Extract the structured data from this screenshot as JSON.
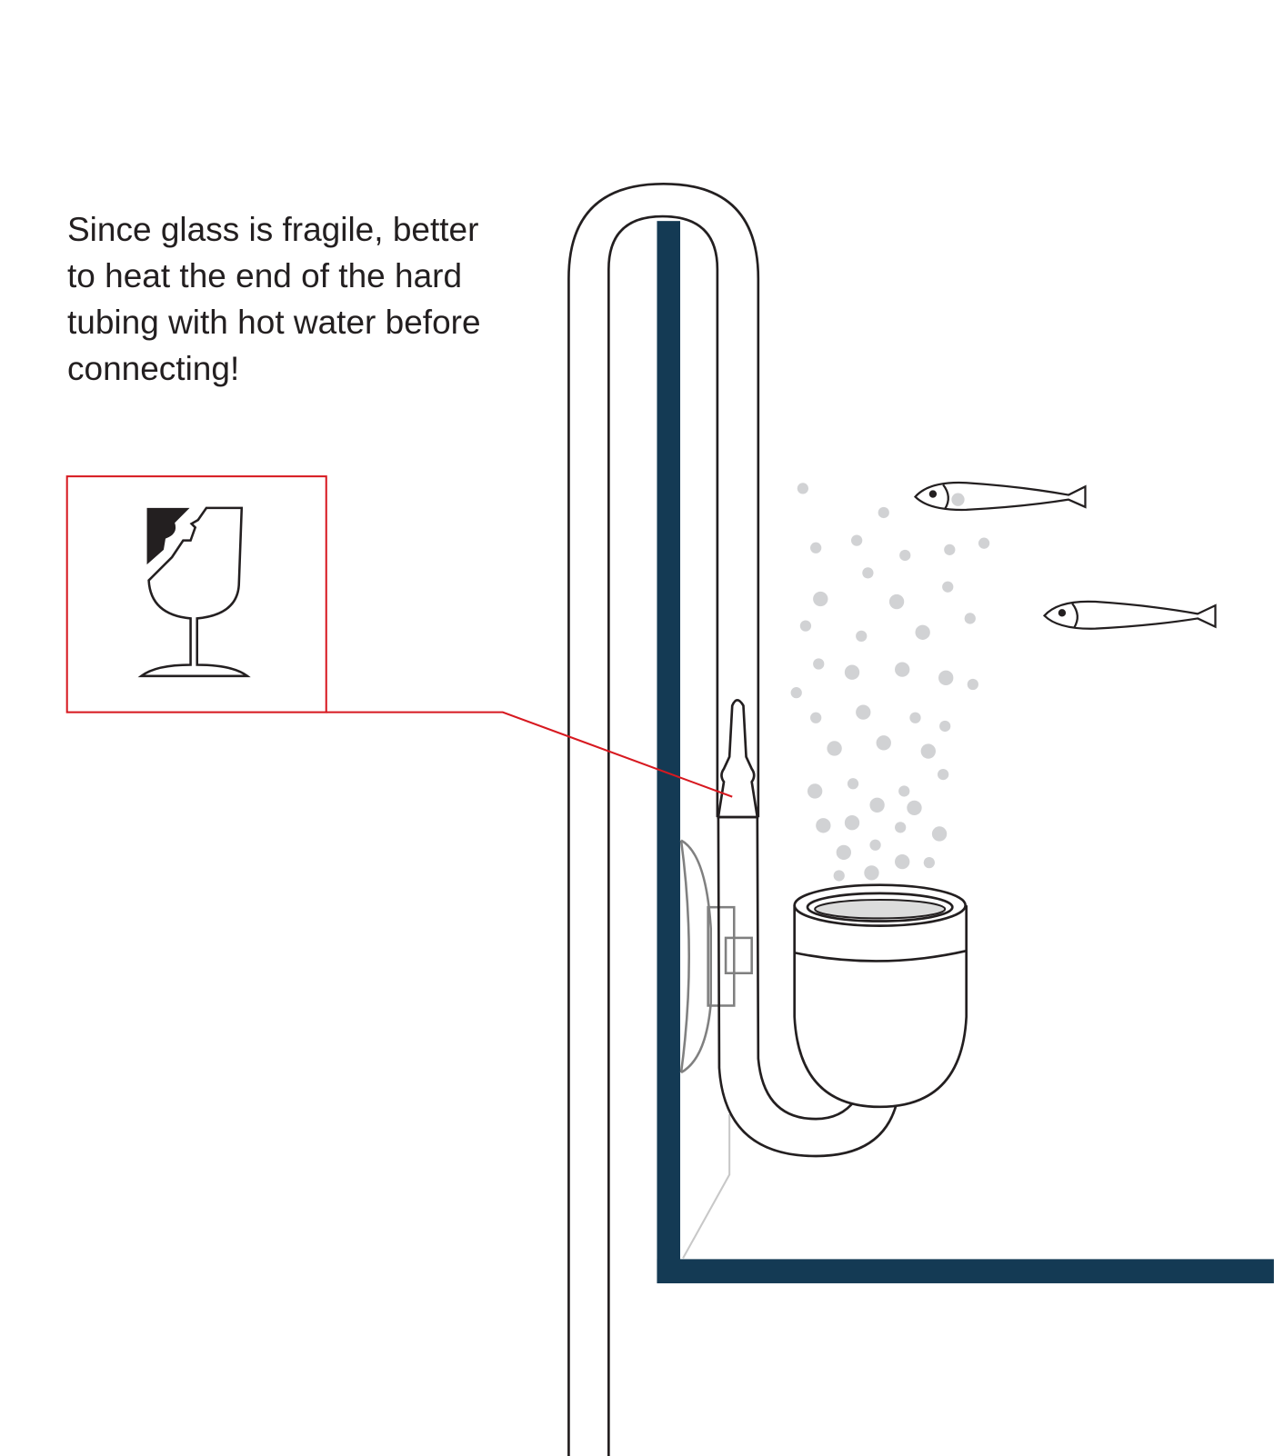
{
  "note": {
    "lines": [
      "Since glass is fragile, better",
      "to heat the end of the hard",
      "tubing with hot water before",
      "connecting!"
    ]
  },
  "warning_icon": "fragile-glass-icon",
  "colors": {
    "tank_wall": "#143a54",
    "callout": "#d71920",
    "outline": "#231f20",
    "bubbles": "#d1d2d4",
    "suction_cup": "#808080"
  }
}
